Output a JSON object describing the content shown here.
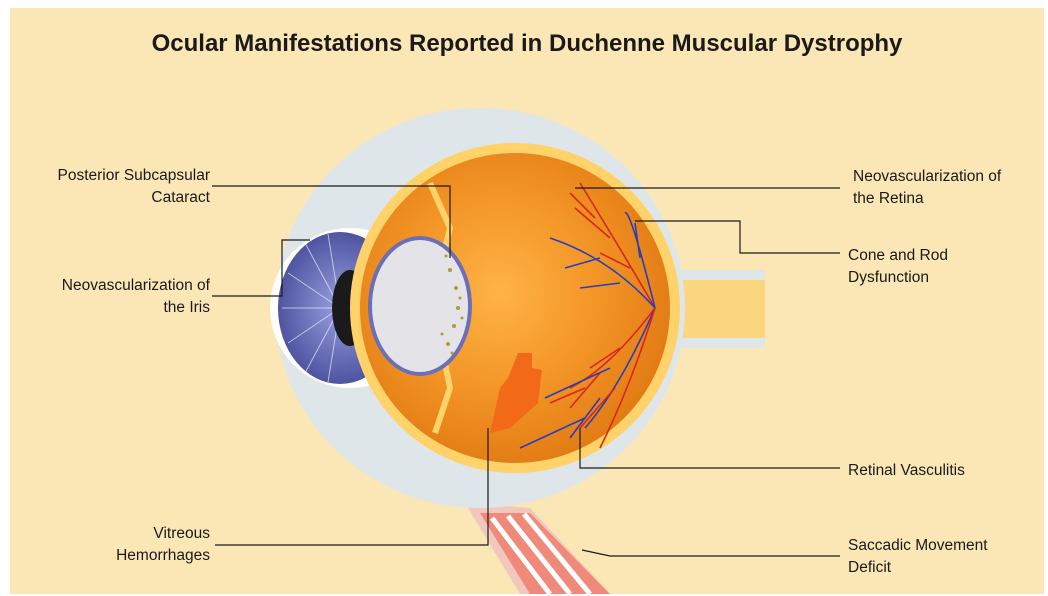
{
  "title": "Ocular Manifestations Reported in Duchenne Muscular Dystrophy",
  "labels": {
    "cataract": [
      "Posterior Subcapsular",
      "Cataract"
    ],
    "iris": [
      "Neovascularization of",
      "the Iris"
    ],
    "vitreous": [
      "Vitreous",
      "Hemorrhages"
    ],
    "retina": [
      "Neovascularization of",
      "the Retina"
    ],
    "cone_rod": [
      "Cone and Rod",
      "Dysfunction"
    ],
    "vasculitis": [
      "Retinal Vasculitis"
    ],
    "saccadic": [
      "Saccadic Movement",
      "Deficit"
    ]
  },
  "colors": {
    "background": "#fbe6b6",
    "sclera": "#dfe6ea",
    "eyeball": "#f08a1a",
    "retina_rim": "#ffd26a",
    "iris": "#6a6fb8",
    "lens": "#e4e4e8",
    "artery": "#d8261c",
    "vein": "#2a3eb8",
    "muscle": "#ef8a7a"
  }
}
